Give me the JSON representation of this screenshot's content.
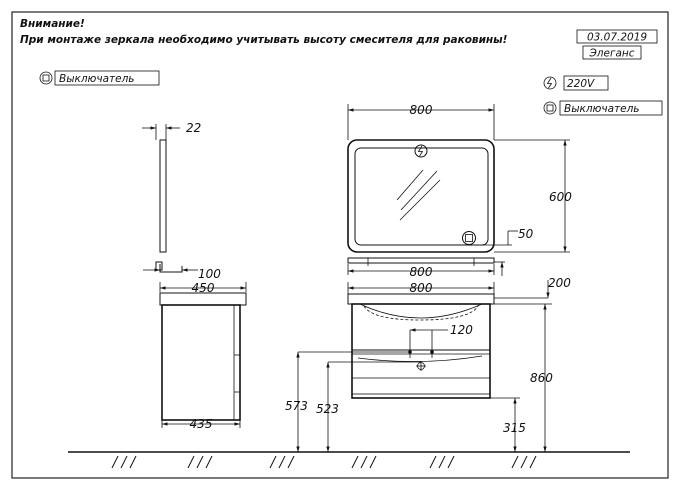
{
  "header": {
    "warning_title": "Внимание!",
    "warning_text": "При монтаже зеркала необходимо учитывать высоту смесителя для раковины!",
    "date": "03.07.2019",
    "collection": "Элеганс"
  },
  "labels": {
    "switch_left": "Выключатель",
    "switch_right": "Выключатель",
    "voltage": "220V"
  },
  "dimensions": {
    "mirror_depth": "22",
    "mirror_bracket": "100",
    "mirror_width": "800",
    "mirror_height": "600",
    "switch_offset": "50",
    "shelf_width": "800",
    "shelf_gap": "200",
    "vanity_width": "800",
    "vanity_depth_top": "450",
    "vanity_depth_bottom": "435",
    "drain_offset": "120",
    "height_573": "573",
    "height_523": "523",
    "height_860": "860",
    "height_315": "315"
  },
  "colors": {
    "line": "#111111",
    "background": "#ffffff"
  }
}
